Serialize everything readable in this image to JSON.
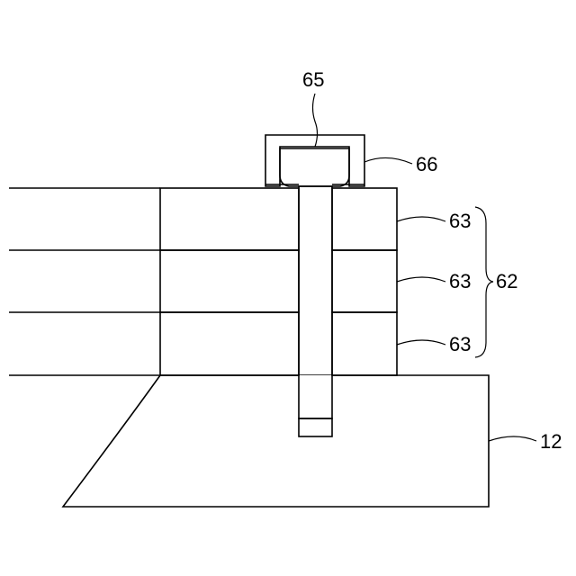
{
  "labels": {
    "screw": "65",
    "cap": "66",
    "plate_top": "63",
    "plate_middle": "63",
    "plate_bottom": "63",
    "plate_stack": "62",
    "base": "12"
  }
}
